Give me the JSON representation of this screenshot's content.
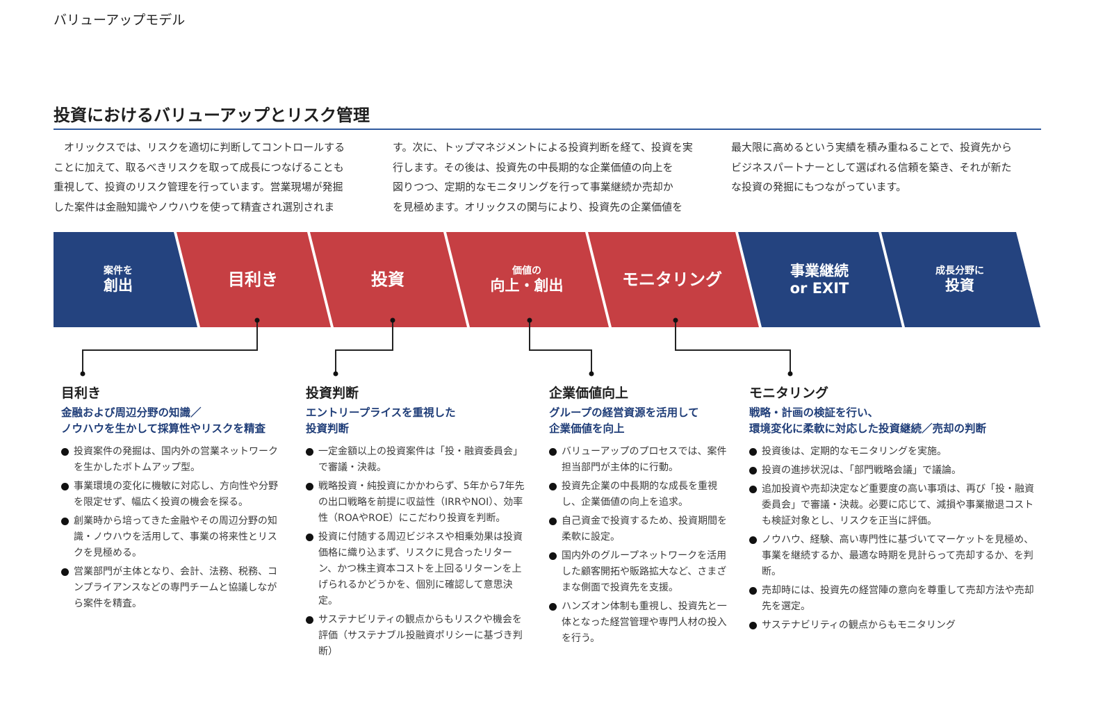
{
  "doc_label": "バリューアップモデル",
  "section_title": "投資におけるバリューアップとリスク管理",
  "colors": {
    "navy": "#24437f",
    "red": "#c63f43",
    "rule": "#2f5a9e",
    "subheading": "#1f3d78"
  },
  "intro": [
    [
      "　オリックスでは、リスクを適切に判断してコントロールする",
      "ことに加えて、取るべきリスクを取って成長につなげることも",
      "重視して、投資のリスク管理を行っています。営業現場が発掘",
      "した案件は金融知識やノウハウを使って精査され選別されま"
    ],
    [
      "す。次に、トップマネジメントによる投資判断を経て、投資を実",
      "行します。その後は、投資先の中長期的な企業価値の向上を",
      "図りつつ、定期的なモニタリングを行って事業継続か売却か",
      "を見極めます。オリックスの関与により、投資先の企業価値を"
    ],
    [
      "最大限に高めるという実績を積み重ねることで、投資先から",
      "ビジネスパートナーとして選ばれる信頼を築き、それが新た",
      "な投資の発掘にもつながっています。"
    ]
  ],
  "stages": [
    {
      "small": "案件を",
      "big": "創出",
      "color": "navy"
    },
    {
      "small": "",
      "big": "目利き",
      "color": "red"
    },
    {
      "small": "",
      "big": "投資",
      "color": "red"
    },
    {
      "small": "価値の",
      "big": "向上・創出",
      "color": "red"
    },
    {
      "small": "",
      "big": "モニタリング",
      "color": "red"
    },
    {
      "small": "事業継続",
      "big": "or EXIT",
      "color": "navy"
    },
    {
      "small": "成長分野に",
      "big": "投資",
      "color": "navy"
    }
  ],
  "columns": [
    {
      "title": "目利き",
      "subtitle": [
        "金融および周辺分野の知識／",
        "ノウハウを生かして採算性やリスクを精査"
      ],
      "bullets": [
        "投資案件の発掘は、国内外の営業ネットワークを生かしたボトムアップ型。",
        "事業環境の変化に機敏に対応し、方向性や分野を限定せず、幅広く投資の機会を探る。",
        "創業時から培ってきた金融やその周辺分野の知識・ノウハウを活用して、事業の将来性とリスクを見極める。",
        "営業部門が主体となり、会計、法務、税務、コンプライアンスなどの専門チームと協議しながら案件を精査。"
      ]
    },
    {
      "title": "投資判断",
      "subtitle": [
        "エントリープライスを重視した",
        "投資判断"
      ],
      "bullets": [
        "一定金額以上の投資案件は「投・融資委員会」で審議・決裁。",
        "戦略投資・純投資にかかわらず、5年から7年先の出口戦略を前提に収益性（IRRやNOI）、効率性（ROAやROE）にこだわり投資を判断。",
        "投資に付随する周辺ビジネスや相乗効果は投資価格に織り込まず、リスクに見合ったリターン、かつ株主資本コストを上回るリターンを上げられるかどうかを、個別に確認して意思決定。",
        "サステナビリティの観点からもリスクや機会を評価（サステナブル投融資ポリシーに基づき判断）"
      ]
    },
    {
      "title": "企業価値向上",
      "subtitle": [
        "グループの経営資源を活用して",
        "企業価値を向上"
      ],
      "bullets": [
        "バリューアップのプロセスでは、案件担当部門が主体的に行動。",
        "投資先企業の中長期的な成長を重視し、企業価値の向上を追求。",
        "自己資金で投資するため、投資期間を柔軟に設定。",
        "国内外のグループネットワークを活用した顧客開拓や販路拡大など、さまざまな側面で投資先を支援。",
        "ハンズオン体制も重視し、投資先と一体となった経営管理や専門人材の投入を行う。"
      ]
    },
    {
      "title": "モニタリング",
      "subtitle": [
        "戦略・計画の検証を行い、",
        "環境変化に柔軟に対応した投資継続／売却の判断"
      ],
      "bullets": [
        "投資後は、定期的なモニタリングを実施。",
        "投資の進捗状況は、「部門戦略会議」で議論。",
        "追加投資や売却決定など重要度の高い事項は、再び「投・融資委員会」で審議・決裁。必要に応じて、減損や事業撤退コストも検証対象とし、リスクを正当に評価。",
        "ノウハウ、経験、高い専門性に基づいてマーケットを見極め、事業を継続するか、最適な時期を見計らって売却するか、を判断。",
        "売却時には、投資先の経営陣の意向を尊重して売却方法や売却先を選定。",
        "サステナビリティの観点からもモニタリング"
      ]
    }
  ]
}
